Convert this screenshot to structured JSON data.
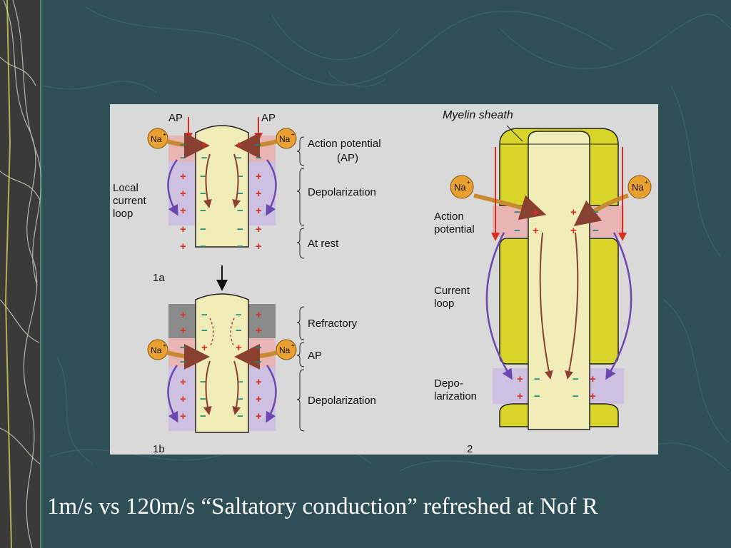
{
  "caption": "1m/s vs 120m/s  “Saltatory conduction”  refreshed at Nof R",
  "diagram": {
    "panel_1a": {
      "id": "1a",
      "ap_left": "AP",
      "ap_right": "AP",
      "na": "Na",
      "na_sup": "+",
      "action_potential": "Action potential",
      "action_potential_abbr": "(AP)",
      "depolarization": "Depolarization",
      "at_rest": "At rest",
      "local": "Local",
      "current": "current",
      "loop": "loop"
    },
    "panel_1b": {
      "id": "1b",
      "refractory": "Refractory",
      "ap": "AP",
      "depolarization": "Depolarization"
    },
    "panel_2": {
      "id": "2",
      "myelin_sheath": "Myelin sheath",
      "action": "Action",
      "potential": "potential",
      "current": "Current",
      "loop": "loop",
      "depo": "Depo-",
      "larization": "larization"
    },
    "plus": "+",
    "minus": "−"
  },
  "colors": {
    "background": "#2f4f57",
    "axon": "#f0ecb8",
    "myelin": "#d8d42a",
    "ap_band": "#e8b4b4",
    "depol_band": "#cdc0e0",
    "refractory": "#8a8a8a",
    "na_ion": "#e8a030",
    "arrow_red": "#d83020",
    "loop_purple": "#6a48b0"
  }
}
